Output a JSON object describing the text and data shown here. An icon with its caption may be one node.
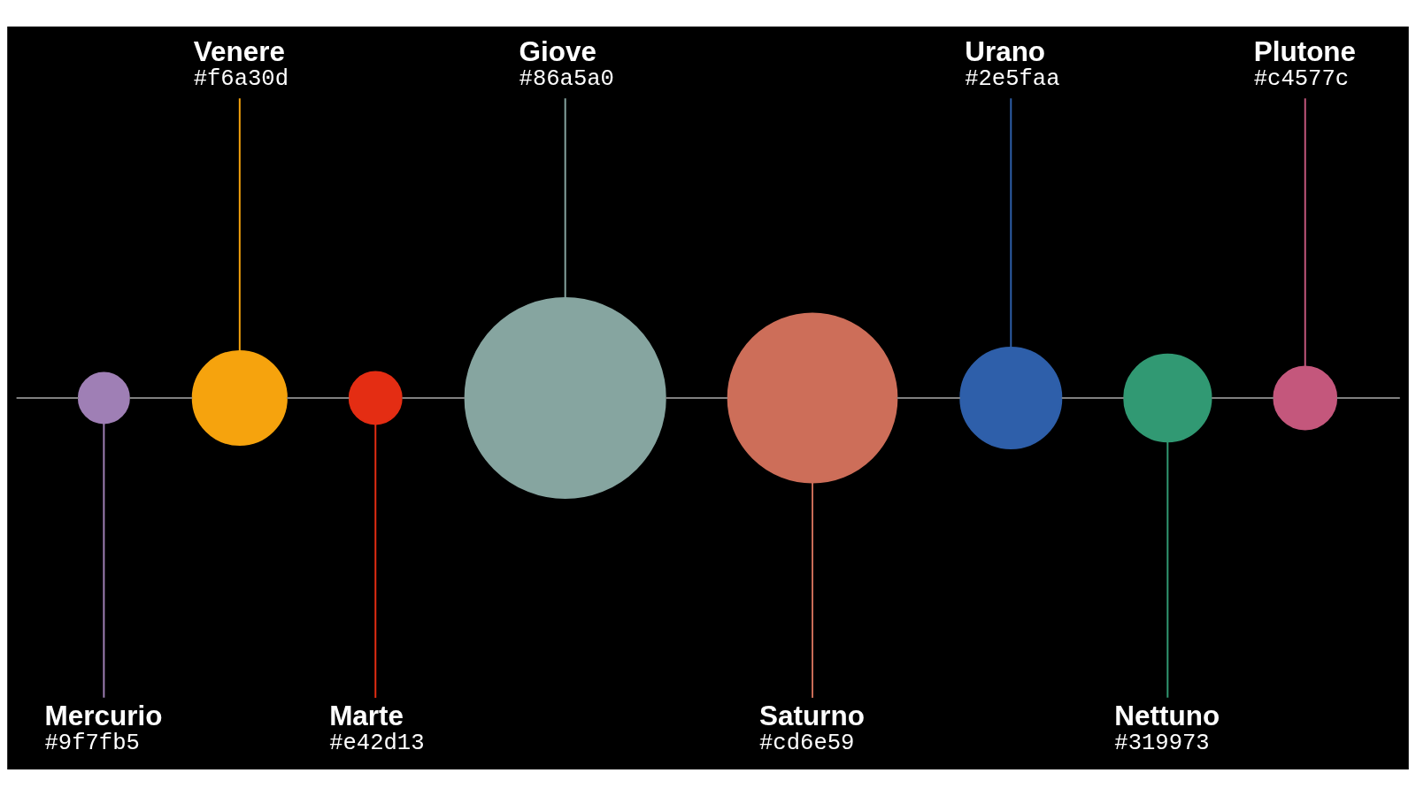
{
  "diagram": {
    "nodes": [
      {
        "text": [],
        "shape": "circle"
      },
      {
        "text": [],
        "shape": "circle"
      },
      {
        "text": [],
        "shape": "circle"
      },
      {
        "text": [],
        "shape": "circle"
      },
      {
        "text": [],
        "shape": "circle"
      },
      {
        "text": [],
        "shape": "circle"
      },
      {
        "text": [],
        "shape": "circle"
      },
      {
        "text": [],
        "shape": "circle"
      },
      {
        "text": [
          "Mercurio",
          "#9f7fb5"
        ]
      },
      {
        "text": [
          "Venere",
          "#f6a30d"
        ]
      },
      {
        "text": [
          "Marte",
          "#e42d13"
        ]
      },
      {
        "text": [
          "Giove",
          "#86a5a0"
        ]
      },
      {
        "text": [
          "Saturno",
          "#cd6e59"
        ]
      },
      {
        "text": [
          "Urano",
          "#2e5faa"
        ]
      },
      {
        "text": [
          "Nettuno",
          "#319973"
        ]
      },
      {
        "text": [
          "Plutone",
          "#c4577c"
        ]
      }
    ],
    "edges": [
      {
        "from": null,
        "to": 0,
        "arrow": "none",
        "color": "#808080"
      },
      {
        "from": 0,
        "to": 1,
        "arrow": "none",
        "color": "#808080"
      },
      {
        "from": 1,
        "to": 2,
        "arrow": "none",
        "color": "#808080"
      },
      {
        "from": 2,
        "to": 3,
        "arrow": "none",
        "color": "#808080"
      },
      {
        "from": 3,
        "to": 4,
        "arrow": "none",
        "color": "#808080"
      },
      {
        "from": 4,
        "to": 5,
        "arrow": "none",
        "color": "#808080"
      },
      {
        "from": 5,
        "to": 6,
        "arrow": "none",
        "color": "#808080"
      },
      {
        "from": 6,
        "to": 7,
        "arrow": "none",
        "color": "#808080"
      },
      {
        "from": 7,
        "to": null,
        "arrow": "none",
        "color": "#808080"
      },
      {
        "from": 8,
        "to": 0,
        "arrow": "none",
        "color": "#9f7fb5"
      },
      {
        "from": 9,
        "to": 1,
        "arrow": "none",
        "color": "#f6a30d"
      },
      {
        "from": 10,
        "to": 2,
        "arrow": "none",
        "color": "#e42d13"
      },
      {
        "from": 11,
        "to": 3,
        "arrow": "none",
        "color": "#86a5a0"
      },
      {
        "from": 12,
        "to": 4,
        "arrow": "none",
        "color": "#cd6e59"
      },
      {
        "from": 13,
        "to": 5,
        "arrow": "none",
        "color": "#2e5faa"
      },
      {
        "from": 14,
        "to": 6,
        "arrow": "none",
        "color": "#319973"
      },
      {
        "from": 15,
        "to": 7,
        "arrow": "none",
        "color": "#c4577c"
      }
    ]
  }
}
